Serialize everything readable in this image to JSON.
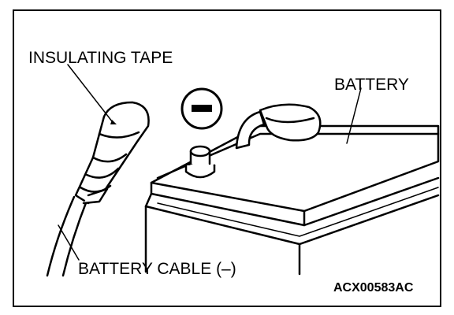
{
  "labels": {
    "insulating_tape": "INSULATING TAPE",
    "battery": "BATTERY",
    "battery_cable": "BATTERY CABLE (–)",
    "figure_code": "ACX00583AC"
  },
  "icons": {
    "negative_terminal_symbol": "minus-sign-icon"
  },
  "colors": {
    "line": "#000000",
    "background": "#ffffff"
  }
}
